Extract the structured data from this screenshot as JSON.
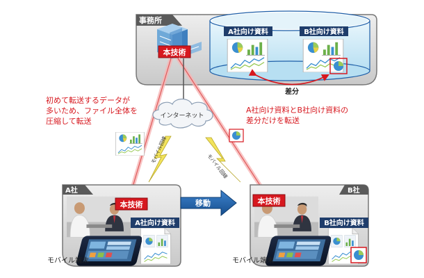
{
  "office": {
    "label": "事務所"
  },
  "tech_label": "本技術",
  "doc_a_label": "A社向け資料",
  "doc_b_label": "B社向け資料",
  "diff_label": "差分",
  "internet_label": "インターネット",
  "mobile_line_label": "モバイル回線",
  "note_first": [
    "初めて転送するデータが",
    "多いため、ファイル全体を",
    "圧縮して転送"
  ],
  "note_diff": [
    "A社向け資料とB社向け資料の",
    "差分だけを転送"
  ],
  "site_a": {
    "label": "A社",
    "terminal_label": "モバイル端末"
  },
  "site_b": {
    "label": "B社",
    "terminal_label": "モバイル端末"
  },
  "move_label": "移動",
  "colors": {
    "accent_red": "#d7181f",
    "navy": "#1f3d6b",
    "arrow_blue": "#1e5fa8",
    "header_gray": "#5a5a5a",
    "panel_gray": "#d6d6d6",
    "glow_pink": "#f08c8c",
    "bolt_yellow": "#f2e35c"
  }
}
